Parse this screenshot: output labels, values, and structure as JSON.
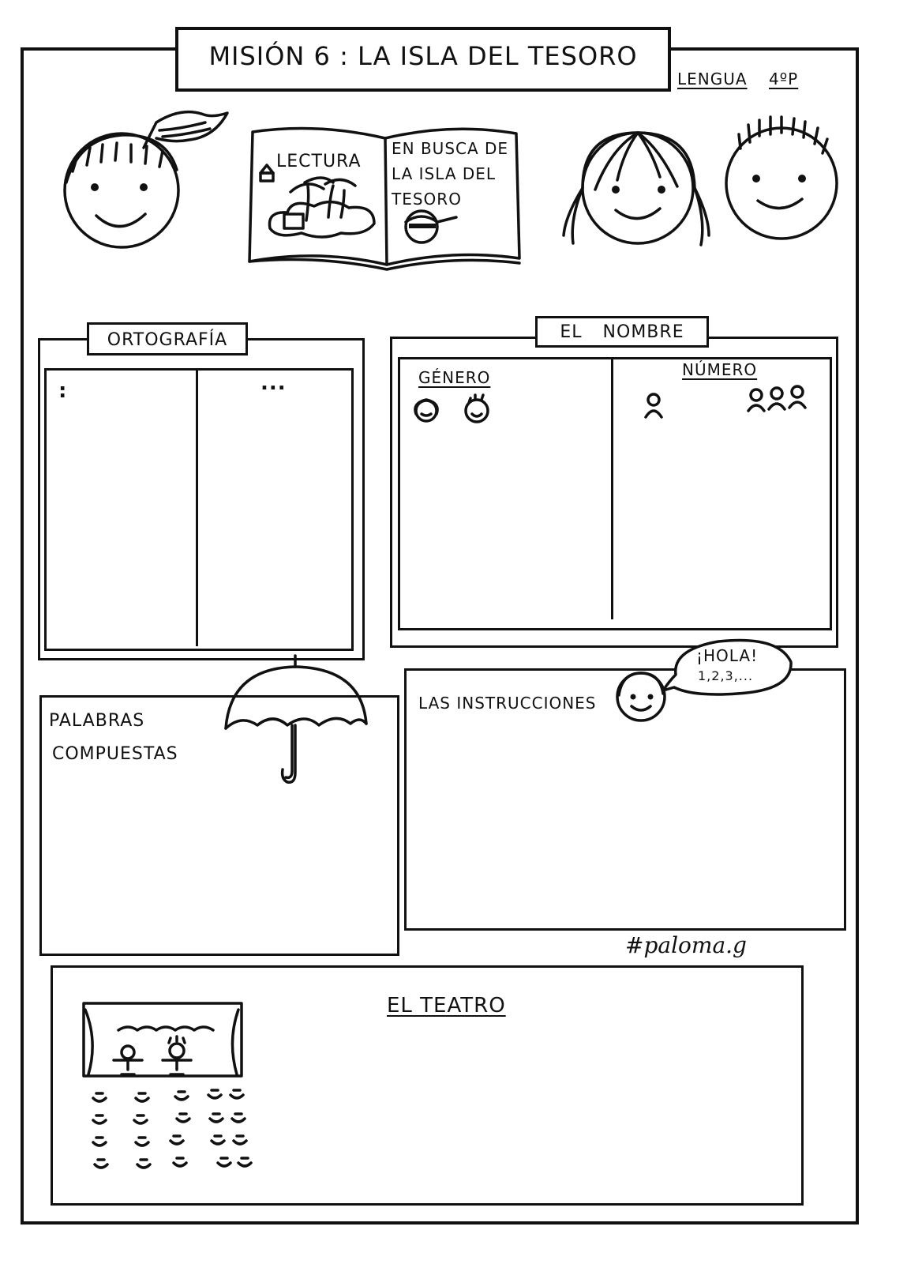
{
  "header": {
    "title": "MISIÓN 6 : LA ISLA DEL TESORO",
    "subject": "LENGUA",
    "grade": "4ºP"
  },
  "book": {
    "left_label": "LECTURA",
    "right_label": "EN BUSCA DE LA ISLA DEL TESORO"
  },
  "sections": {
    "ortografia": {
      "title": "ORTOGRAFÍA",
      "left_mark": ":",
      "right_mark": "..."
    },
    "nombre": {
      "title": "EL NOMBRE",
      "col_left": "GÉNERO",
      "col_right": "NÚMERO"
    },
    "palabras": {
      "line1": "PALABRAS",
      "line2": "COMPUESTAS"
    },
    "instrucciones": {
      "title": "LAS INSTRUCCIONES",
      "bubble_line1": "¡HOLA!",
      "bubble_line2": "1,2,3,..."
    },
    "teatro": {
      "title": "EL TEATRO"
    }
  },
  "signature": "#paloma.g"
}
